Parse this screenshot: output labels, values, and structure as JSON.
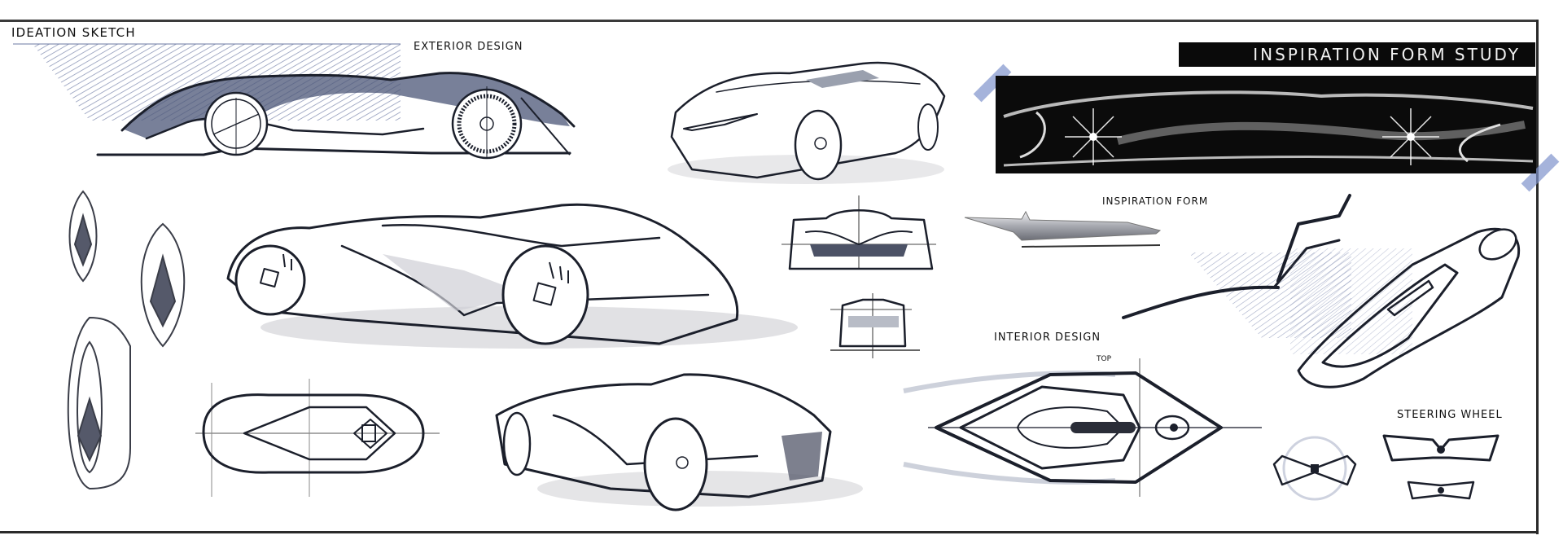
{
  "board": {
    "title": "IDEATION SKETCH",
    "sections": {
      "exterior_design": "EXTERIOR DESIGN",
      "inspiration_form_study": "INSPIRATION FORM STUDY",
      "inspiration_form": "INSPIRATION FORM",
      "interior_design": "INTERIOR DESIGN",
      "interior_top_annotation": "TOP",
      "steering_wheel": "STEERING WHEEL"
    },
    "colors": {
      "ink": "#1b1f2b",
      "hatch_blue": "#5a6a9a",
      "accent_blue": "#7f93cc",
      "banner_bg": "#0a0a0a",
      "banner_text": "#f2f2f2",
      "panel_bg": "#0b0b0b"
    },
    "sketches": [
      {
        "id": "side-view-car",
        "label": "side elevation with blue hatched backdrop"
      },
      {
        "id": "front-three-quarter-car-top",
        "label": "front 3/4 perspective"
      },
      {
        "id": "front-three-quarter-car-large",
        "label": "large front 3/4 perspective"
      },
      {
        "id": "top-view-thumbnails",
        "label": "three plan-view thumbnails"
      },
      {
        "id": "front-elevation",
        "label": "front view"
      },
      {
        "id": "rear-elevation",
        "label": "rear view"
      },
      {
        "id": "top-view-car",
        "label": "plan view with guide lines"
      },
      {
        "id": "rear-three-quarter-car",
        "label": "rear 3/4 perspective"
      },
      {
        "id": "inspiration-render-panel",
        "label": "chalk-style form study on black"
      },
      {
        "id": "inspiration-form-render",
        "label": "silver streamlined form"
      },
      {
        "id": "interior-top-view",
        "label": "cockpit plan view"
      },
      {
        "id": "interior-frame-sketch",
        "label": "structural frame sketch"
      },
      {
        "id": "seat-sketch",
        "label": "seat perspective"
      },
      {
        "id": "steering-wheel-sketches",
        "label": "three steering wheel variants"
      }
    ]
  }
}
